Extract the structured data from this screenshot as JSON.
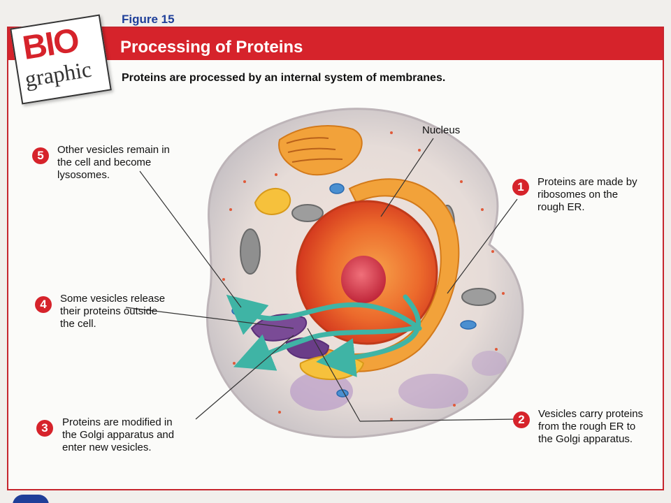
{
  "figure_label": "Figure 15",
  "logo": {
    "line1": "BIO",
    "line2": "graphic"
  },
  "title": "Processing of Proteins",
  "subtitle": "Proteins are processed by an internal system of membranes.",
  "nucleus_label": "Nucleus",
  "steps": [
    {
      "num": "1",
      "lines": [
        "Proteins are made by",
        "ribosomes on the",
        "rough ER."
      ]
    },
    {
      "num": "2",
      "lines": [
        "Vesicles carry proteins",
        "from the rough ER to",
        "the Golgi apparatus."
      ]
    },
    {
      "num": "3",
      "lines": [
        "Proteins are modified in",
        "the Golgi apparatus and",
        "enter new vesicles."
      ]
    },
    {
      "num": "4",
      "lines": [
        "Some vesicles release",
        "their proteins outside",
        "the cell."
      ]
    },
    {
      "num": "5",
      "lines": [
        "Other vesicles remain in",
        "the cell and become",
        "lysosomes."
      ]
    }
  ],
  "colors": {
    "accent_red": "#d6232b",
    "figure_blue": "#1f3f99",
    "nucleus": "#e8562a",
    "er_orange": "#f2a23a",
    "arrow_teal": "#3fb4a5",
    "golgi_purple": "#7a4b96"
  }
}
